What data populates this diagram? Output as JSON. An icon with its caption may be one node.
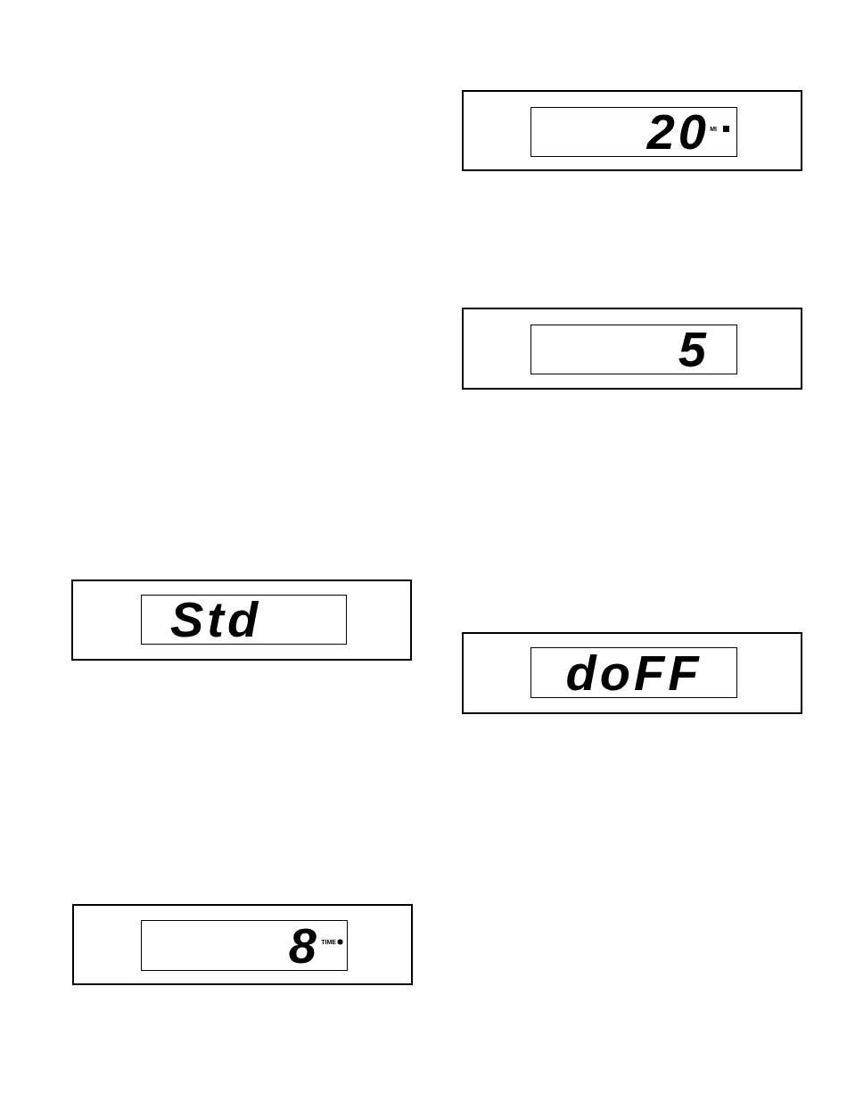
{
  "diagram": {
    "nodes": [
      {
        "text": [],
        "shape": "box"
      },
      {
        "text": [
          "20",
          "MI"
        ],
        "in": 0
      },
      {
        "text": [],
        "shape": "box"
      },
      {
        "text": [
          "5"
        ],
        "in": 2
      },
      {
        "text": [],
        "shape": "box"
      },
      {
        "text": [
          "Std"
        ],
        "in": 4
      },
      {
        "text": [],
        "shape": "box"
      },
      {
        "text": [
          "doFF"
        ],
        "in": 6
      },
      {
        "text": [],
        "shape": "box"
      },
      {
        "text": [
          "8",
          "TIME"
        ],
        "in": 8
      }
    ]
  }
}
